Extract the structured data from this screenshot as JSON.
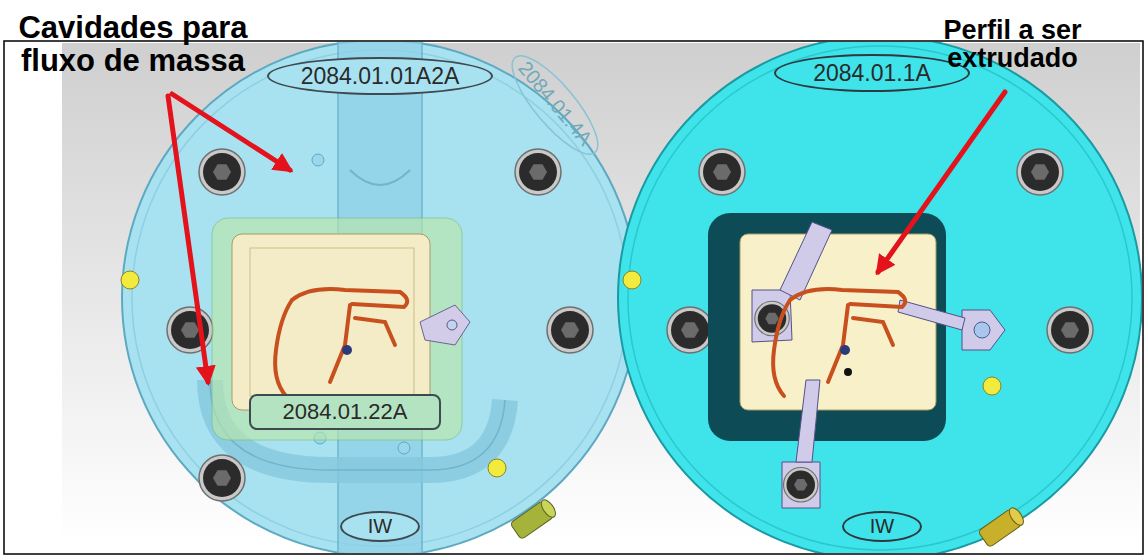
{
  "diagram": {
    "nodes": [
      {
        "text": [
          "2084.01.01A2A"
        ]
      },
      {
        "text": [
          "2084.01.1A"
        ]
      },
      {
        "text": [
          "2084.01.22A"
        ]
      },
      {
        "text": [
          "IW"
        ]
      },
      {
        "text": [
          "IW"
        ]
      }
    ],
    "labels": [
      "Cavidades para fluxo de massa",
      "Perfil a ser extrudado",
      "2084.01.4A"
    ]
  }
}
